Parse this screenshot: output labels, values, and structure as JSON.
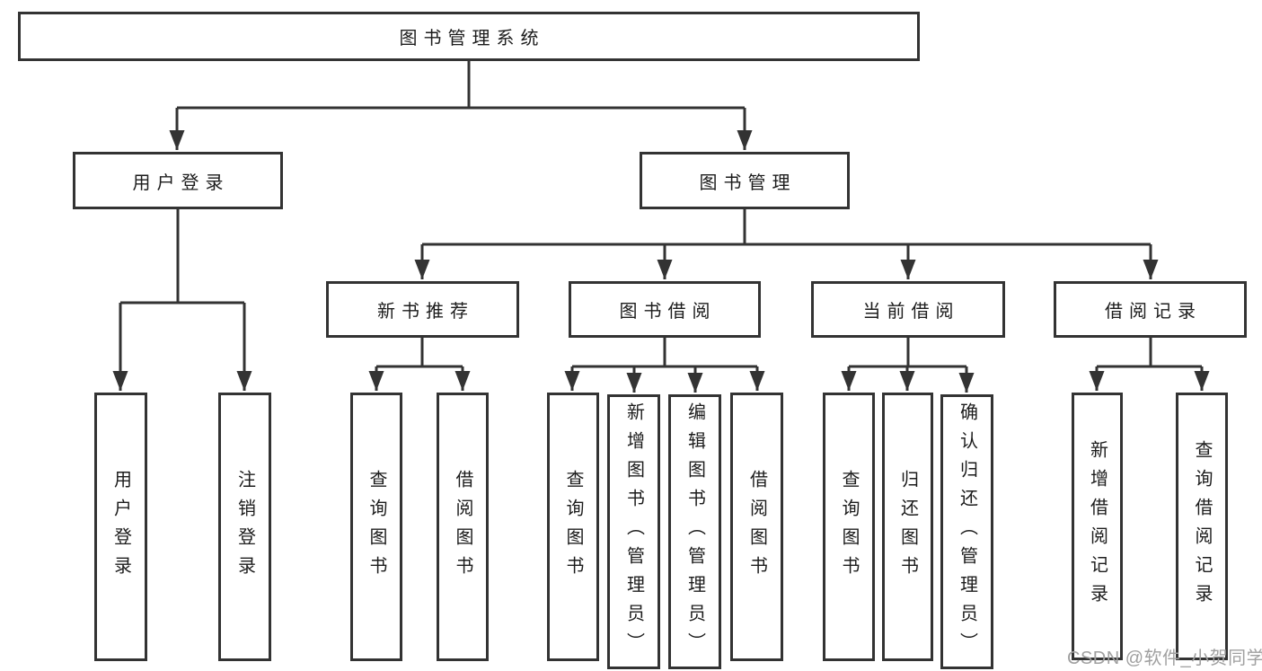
{
  "diagram": {
    "root": {
      "label": "图书管理系统"
    },
    "level2": [
      {
        "label": "用户登录"
      },
      {
        "label": "图书管理"
      }
    ],
    "level3": [
      {
        "label": "新书推荐",
        "parent": "图书管理"
      },
      {
        "label": "图书借阅",
        "parent": "图书管理"
      },
      {
        "label": "当前借阅",
        "parent": "图书管理"
      },
      {
        "label": "借阅记录",
        "parent": "图书管理"
      }
    ],
    "leaves": {
      "user_login": [
        {
          "label": "用户登录"
        },
        {
          "label": "注销登录"
        }
      ],
      "new_book_recommend": [
        {
          "label": "查询图书"
        },
        {
          "label": "借阅图书"
        }
      ],
      "book_borrow": [
        {
          "label": "查询图书"
        },
        {
          "label": "新增图书（管理员）"
        },
        {
          "label": "编辑图书（管理员）"
        },
        {
          "label": "借阅图书"
        }
      ],
      "current_borrow": [
        {
          "label": "查询图书"
        },
        {
          "label": "归还图书"
        },
        {
          "label": "确认归还（管理员）"
        }
      ],
      "borrow_records": [
        {
          "label": "新增借阅记录"
        },
        {
          "label": "查询借阅记录"
        }
      ]
    }
  },
  "watermark": {
    "text": "CSDN @软件_小贺同学"
  },
  "colors": {
    "box_border": "#333333",
    "connector_line": "#333333",
    "box_fill": "#ffffff",
    "text": "#1c1c1c",
    "watermark": "#a0a0a0",
    "background": "#ffffff"
  }
}
